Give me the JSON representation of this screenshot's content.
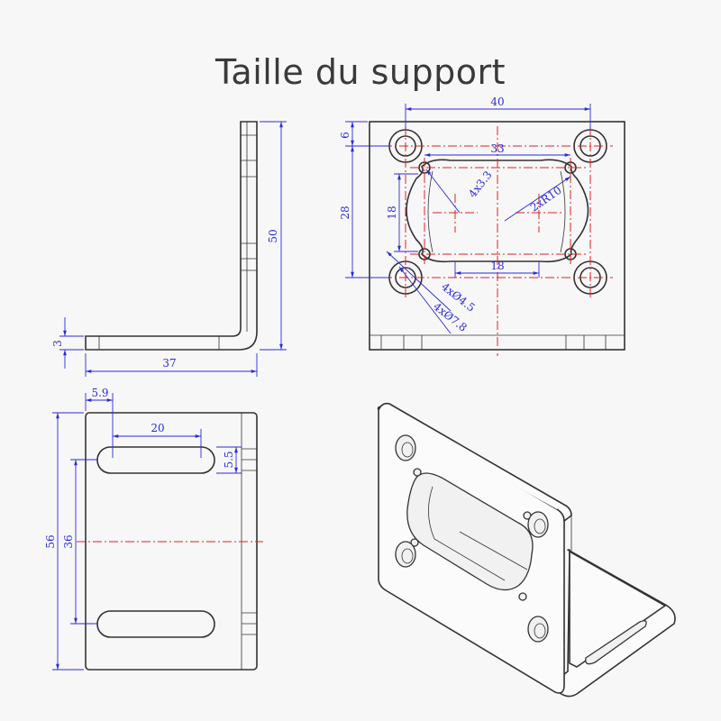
{
  "title": "Taille du support",
  "colors": {
    "part_line": "#333333",
    "dimension": "#2b2bd9",
    "centerline": "#e02020",
    "background": "#f7f7f7"
  },
  "side_view": {
    "dims": {
      "height": "50",
      "width": "37",
      "thickness": "3"
    }
  },
  "front_view": {
    "dims": {
      "hole_spacing_x": "40",
      "top_offset": "6",
      "hole_spacing_y": "28",
      "slot_width": "33",
      "slot_height": "18",
      "slot_bottom": "18",
      "small_holes": "4x3.3",
      "arc": "2xR10",
      "hole_dia": "4xØ4.5",
      "counterbore_dia": "4xØ7.8"
    }
  },
  "bottom_view": {
    "dims": {
      "slot_offset": "5.9",
      "slot_length": "20",
      "slot_width": "5.5",
      "height": "56",
      "slot_spacing": "36"
    }
  },
  "iso_view": {}
}
